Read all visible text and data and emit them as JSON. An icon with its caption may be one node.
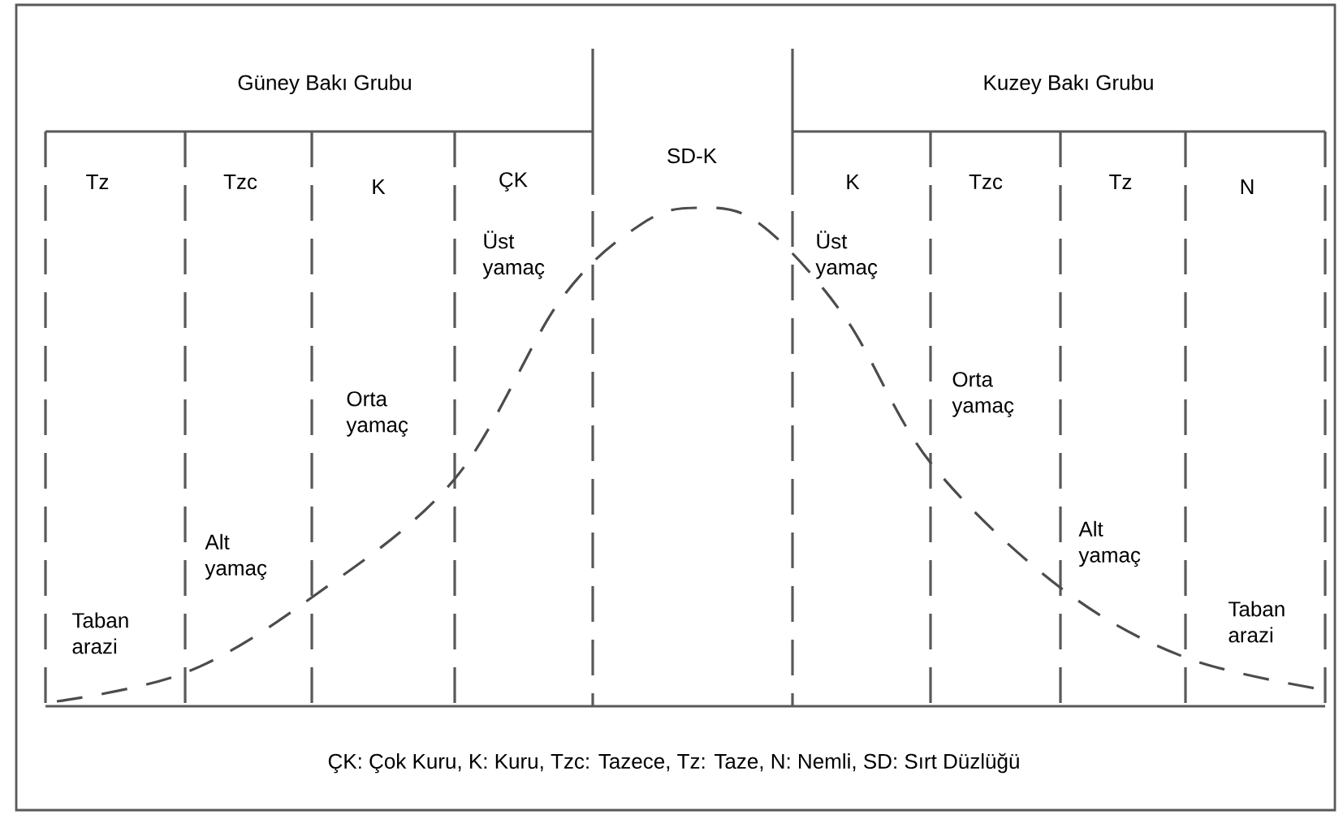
{
  "diagram": {
    "caption": "ÇK: Çok Kuru, K: Kuru, Tzc: Tazece, Tz: Taze, N: Nemli, SD: Sırt Düzlüğü",
    "labels": [
      "Güney Bakı Grubu",
      "Kuzey Bakı Grubu",
      "SD-K",
      "Tz",
      "Tzc",
      "K",
      "ÇK",
      "K",
      "Tzc",
      "Tz",
      "N",
      "Üst yamaç",
      "Üst yamaç",
      "Orta yamaç",
      "Orta yamaç",
      "Alt yamaç",
      "Alt yamaç",
      "Taban arazi",
      "Taban arazi"
    ]
  }
}
